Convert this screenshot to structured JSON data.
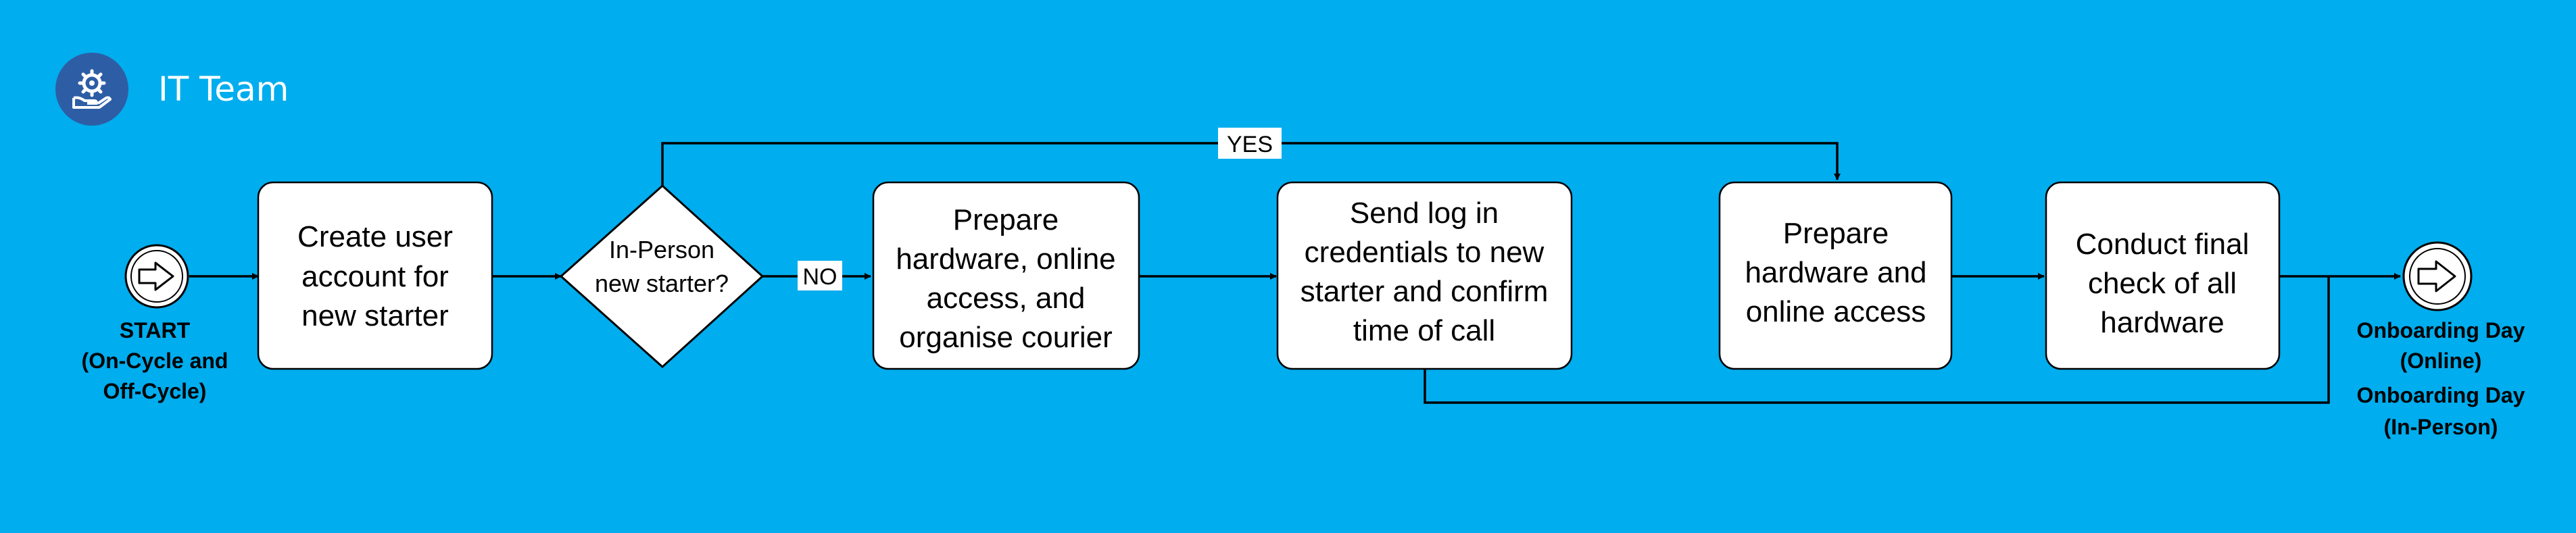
{
  "header": {
    "team_name": "IT Team",
    "logo_icon": "hand-gear-icon",
    "logo_color": "#2d5ea5"
  },
  "colors": {
    "background": "#00adee",
    "node_fill": "#ffffff",
    "stroke": "#000000"
  },
  "flow": {
    "start": {
      "icon": "arrow-right-icon",
      "label_lines": [
        "START",
        "(On-Cycle and",
        "Off-Cycle)"
      ]
    },
    "create_account": {
      "lines": [
        "Create user",
        "account for",
        "new starter"
      ]
    },
    "decision": {
      "lines": [
        "In-Person",
        "new starter?"
      ]
    },
    "no_label": "NO",
    "yes_label": "YES",
    "prepare_courier": {
      "lines": [
        "Prepare",
        "hardware, online",
        "access, and",
        "organise courier"
      ]
    },
    "send_credentials": {
      "lines": [
        "Send log in",
        "credentials to new",
        "starter and confirm",
        "time of call"
      ]
    },
    "prepare_access": {
      "lines": [
        "Prepare",
        "hardware and",
        "online access"
      ]
    },
    "final_check": {
      "lines": [
        "Conduct final",
        "check of all",
        "hardware"
      ]
    },
    "end": {
      "icon": "arrow-right-icon",
      "label_lines": [
        "Onboarding Day",
        "(Online)",
        "Onboarding Day",
        "(In-Person)"
      ]
    }
  }
}
